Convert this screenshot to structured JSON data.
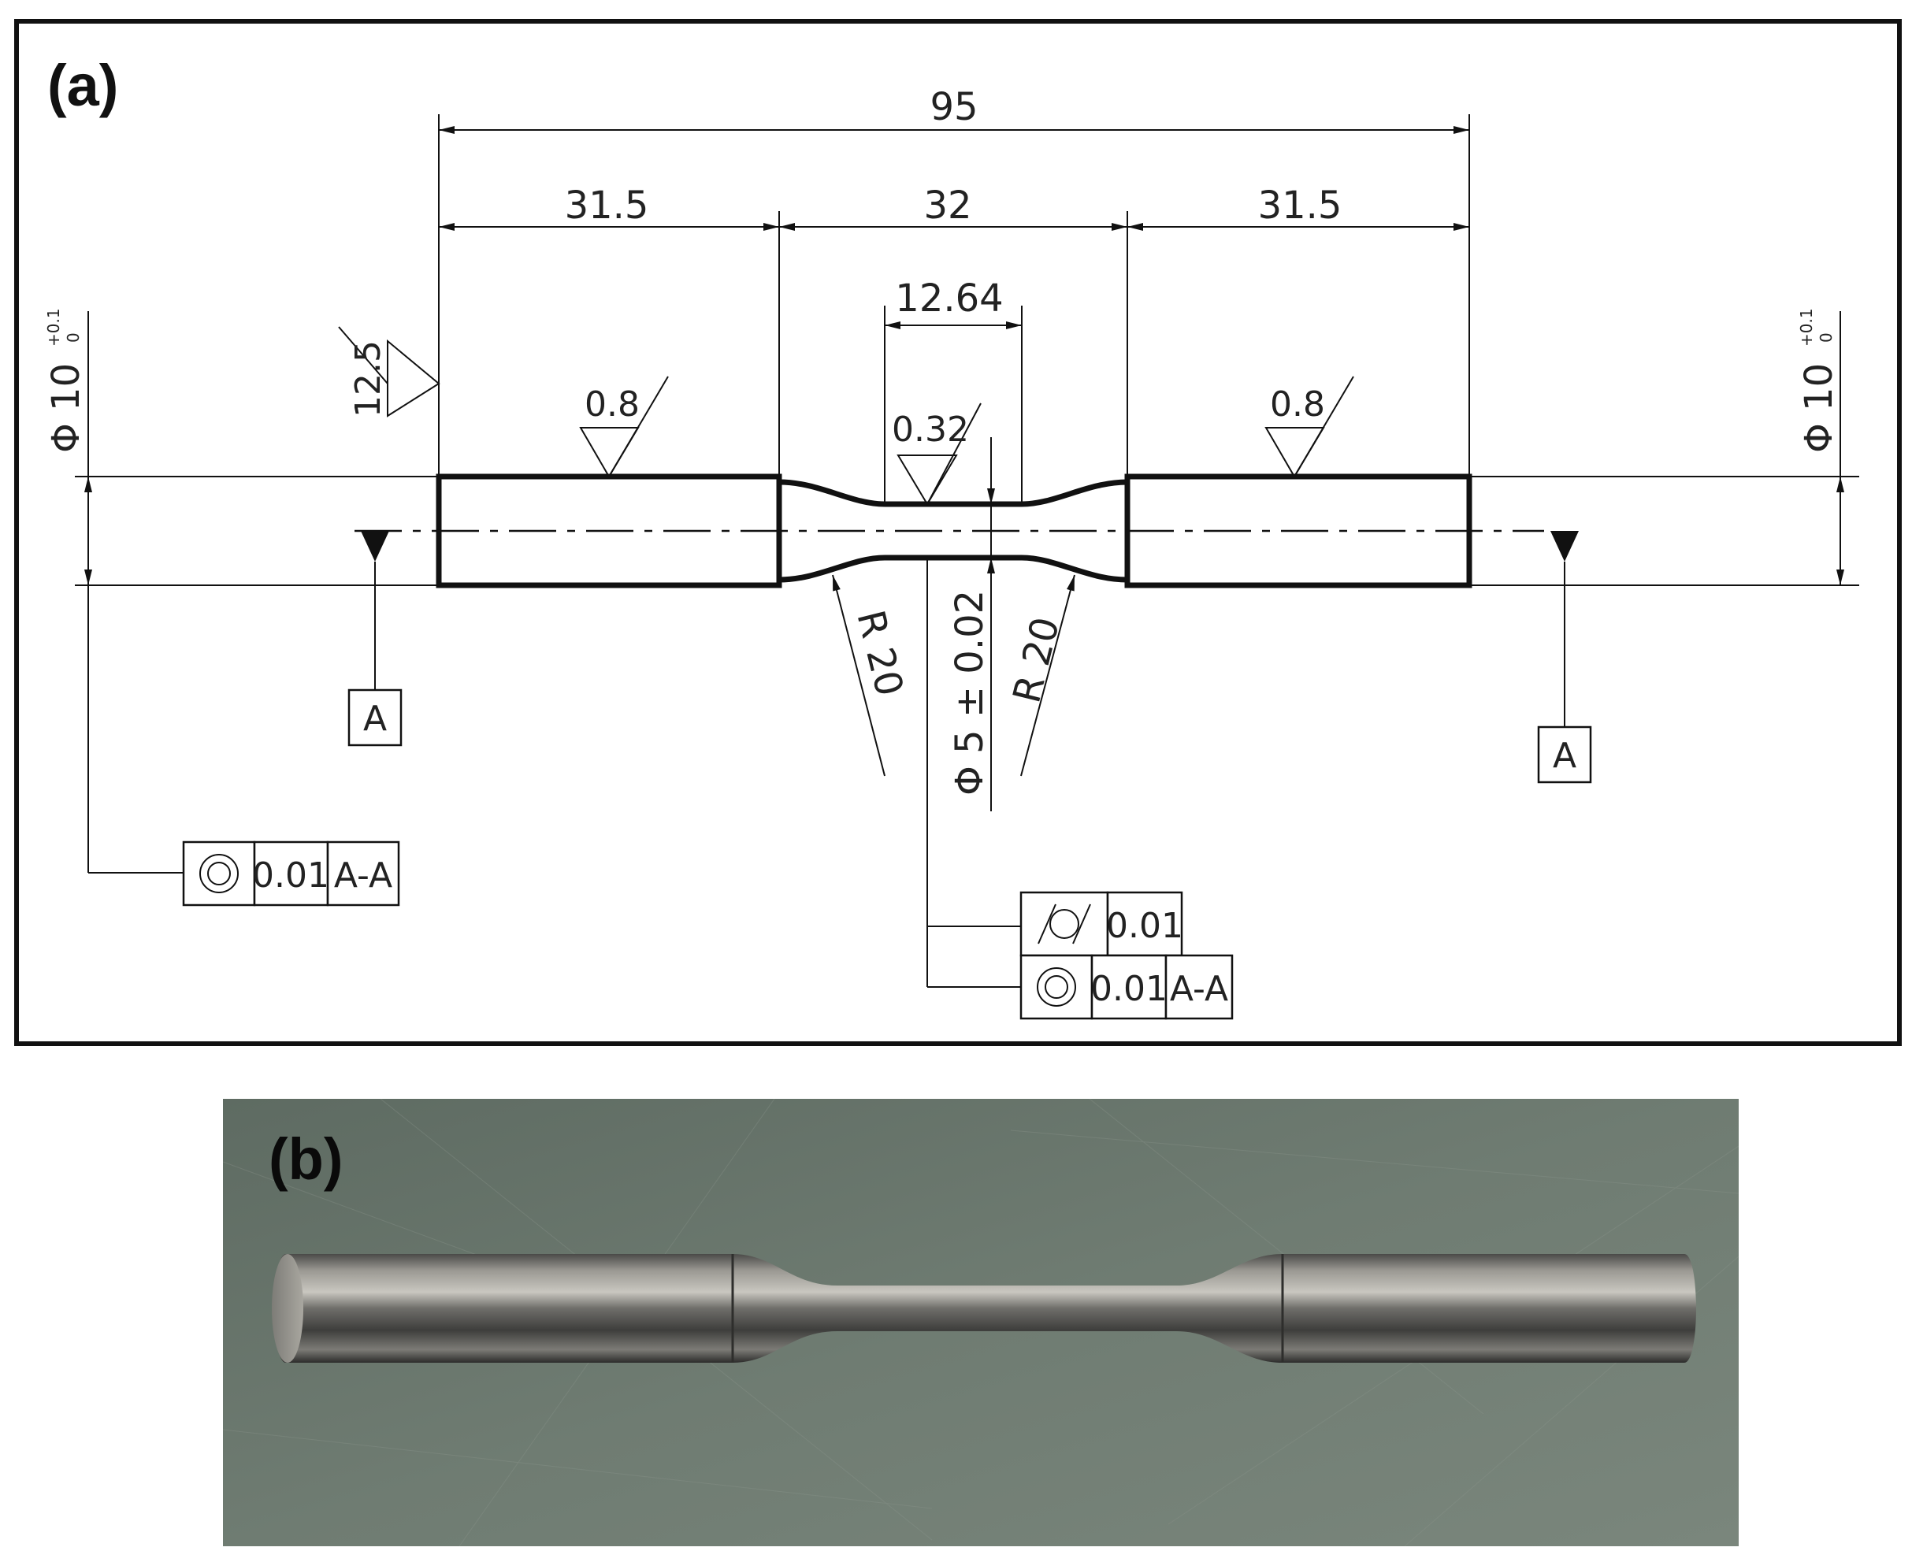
{
  "panel_a": {
    "label": "(a)",
    "dimensions": {
      "overall": "95",
      "left_grip": "31.5",
      "gauge_section": "32",
      "right_grip": "31.5",
      "gauge_length": "12.64",
      "gauge_diameter": "Φ 5 ± 0.02",
      "fillet_radius_left": "R 20",
      "fillet_radius_right": "R 20",
      "grip_diameter_left": "Φ 10",
      "grip_diameter_right": "Φ 10",
      "grip_tol_upper": "+0.1",
      "grip_tol_lower": "0"
    },
    "surface_finish": {
      "general": "12.5",
      "left_grip": "0.8",
      "gauge": "0.32",
      "right_grip": "0.8"
    },
    "datum": {
      "left": "A",
      "right": "A"
    },
    "tolerance_frames": {
      "left_concentricity_value": "0.01",
      "left_concentricity_datum": "A-A",
      "cylindricity_value": "0.01",
      "center_concentricity_value": "0.01",
      "center_concentricity_datum": "A-A"
    }
  },
  "panel_b": {
    "label": "(b)"
  },
  "colors": {
    "line": "#111111",
    "background": "#ffffff",
    "photo_background": "#6d7a70",
    "metal_mid": "#8a8a86"
  }
}
